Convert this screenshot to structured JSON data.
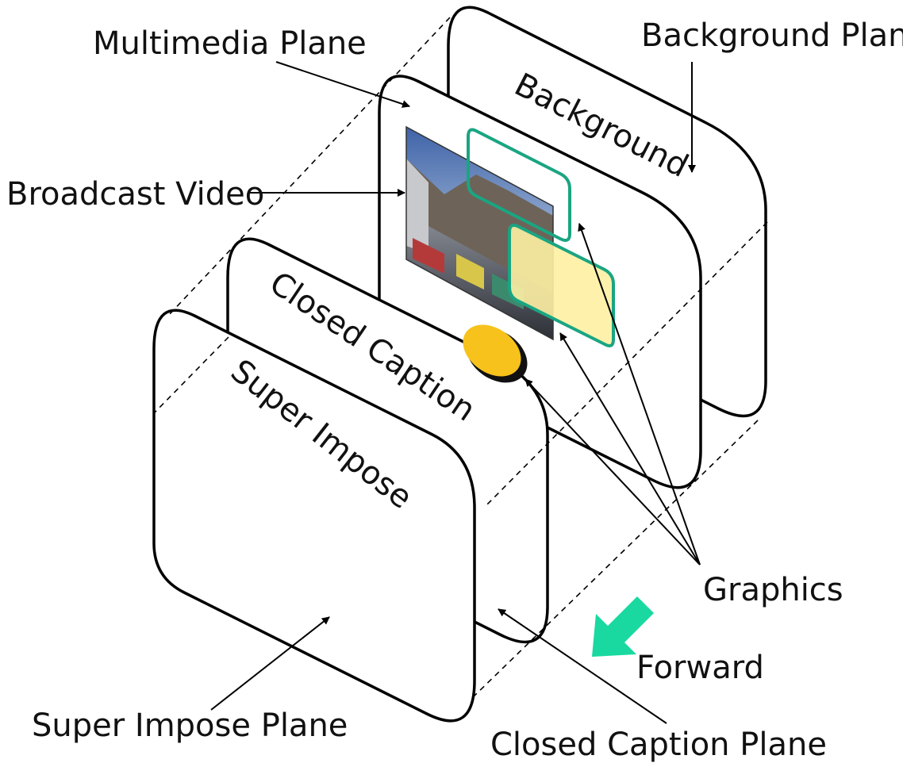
{
  "plane_texts": {
    "background": "Background",
    "closed_caption": "Closed Caption",
    "super_impose": "Super Impose"
  },
  "callouts": {
    "multimedia_plane": "Multimedia Plane",
    "background_plane": "Background Plane",
    "broadcast_video": "Broadcast Video",
    "graphics": "Graphics",
    "forward": "Forward",
    "super_impose_plane": "Super Impose Plane",
    "closed_caption_plane": "Closed Caption Plane"
  },
  "colors": {
    "graphics_outline": "#1aa582",
    "graphics_fill": "#fdf0a3",
    "caption_ellipse": "#f7c21b",
    "forward_arrow": "#19d9a0",
    "sky_top": "#4a6fb0",
    "mountain": "#6e6358"
  }
}
